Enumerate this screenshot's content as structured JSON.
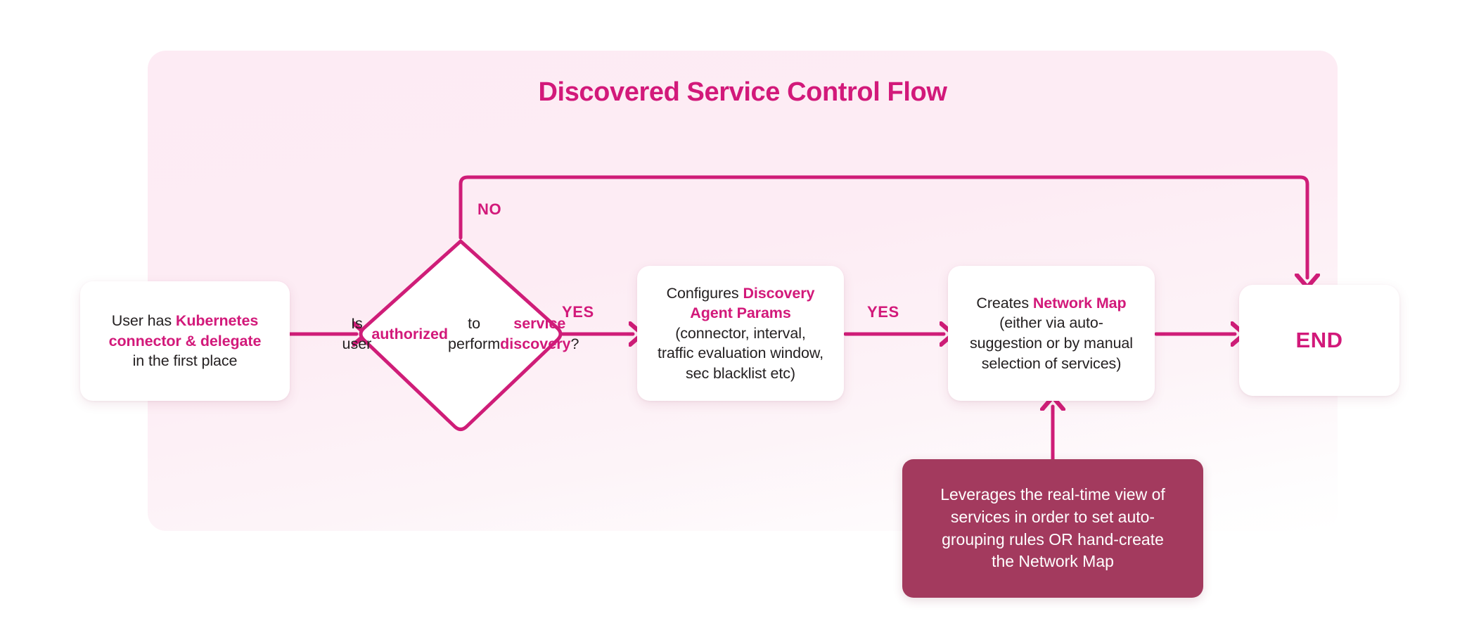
{
  "diagram": {
    "title": "Discovered Service Control Flow",
    "accent_color": "#d2197a",
    "panel_color": "#fdebf4",
    "note_color": "#a33a5e",
    "text_color": "#231f20"
  },
  "nodes": {
    "start": {
      "name": "start-node",
      "shape": "rounded-rect",
      "lines": [
        [
          {
            "t": "User has ",
            "hl": false
          },
          {
            "t": "Kubernetes",
            "hl": true
          }
        ],
        [
          {
            "t": "connector & delegate",
            "hl": true
          }
        ],
        [
          {
            "t": "in the first place",
            "hl": false
          }
        ]
      ]
    },
    "decision": {
      "name": "decision-node",
      "shape": "diamond",
      "lines": [
        [
          {
            "t": "Is user",
            "hl": false
          }
        ],
        [
          {
            "t": "authorized",
            "hl": true
          }
        ],
        [
          {
            "t": "to perform",
            "hl": false
          }
        ],
        [
          {
            "t": "service discovery",
            "hl": true
          },
          {
            "t": "?",
            "hl": false
          }
        ]
      ]
    },
    "configure": {
      "name": "configure-node",
      "shape": "rounded-rect",
      "lines": [
        [
          {
            "t": "Configures ",
            "hl": false
          },
          {
            "t": "Discovery",
            "hl": true
          }
        ],
        [
          {
            "t": "Agent Params",
            "hl": true
          }
        ],
        [
          {
            "t": "(connector, interval,",
            "hl": false
          }
        ],
        [
          {
            "t": "traffic evaluation window,",
            "hl": false
          }
        ],
        [
          {
            "t": "sec blacklist etc)",
            "hl": false
          }
        ]
      ]
    },
    "networkmap": {
      "name": "network-map-node",
      "shape": "rounded-rect",
      "lines": [
        [
          {
            "t": "Creates ",
            "hl": false
          },
          {
            "t": "Network Map",
            "hl": true
          }
        ],
        [
          {
            "t": "(either via auto-",
            "hl": false
          }
        ],
        [
          {
            "t": "suggestion or by manual",
            "hl": false
          }
        ],
        [
          {
            "t": "selection of services)",
            "hl": false
          }
        ]
      ]
    },
    "end": {
      "name": "end-node",
      "shape": "rounded-rect",
      "label": "END"
    },
    "note": {
      "name": "note-box",
      "shape": "rounded-rect",
      "lines": [
        "Leverages the real-time view of",
        "services in order to set auto-",
        "grouping rules OR hand-create",
        "the Network Map"
      ]
    }
  },
  "edges": [
    {
      "name": "edge-start-to-decision",
      "from": "start",
      "to": "decision",
      "label": ""
    },
    {
      "name": "edge-decision-no-to-end",
      "from": "decision",
      "to": "end",
      "label": "NO"
    },
    {
      "name": "edge-decision-yes-to-configure",
      "from": "decision",
      "to": "configure",
      "label": "YES"
    },
    {
      "name": "edge-configure-to-networkmap",
      "from": "configure",
      "to": "networkmap",
      "label": "YES"
    },
    {
      "name": "edge-networkmap-to-end",
      "from": "networkmap",
      "to": "end",
      "label": ""
    },
    {
      "name": "edge-note-to-networkmap",
      "from": "note",
      "to": "networkmap",
      "label": ""
    }
  ],
  "labels": {
    "no": "NO",
    "yes_1": "YES",
    "yes_2": "YES"
  }
}
